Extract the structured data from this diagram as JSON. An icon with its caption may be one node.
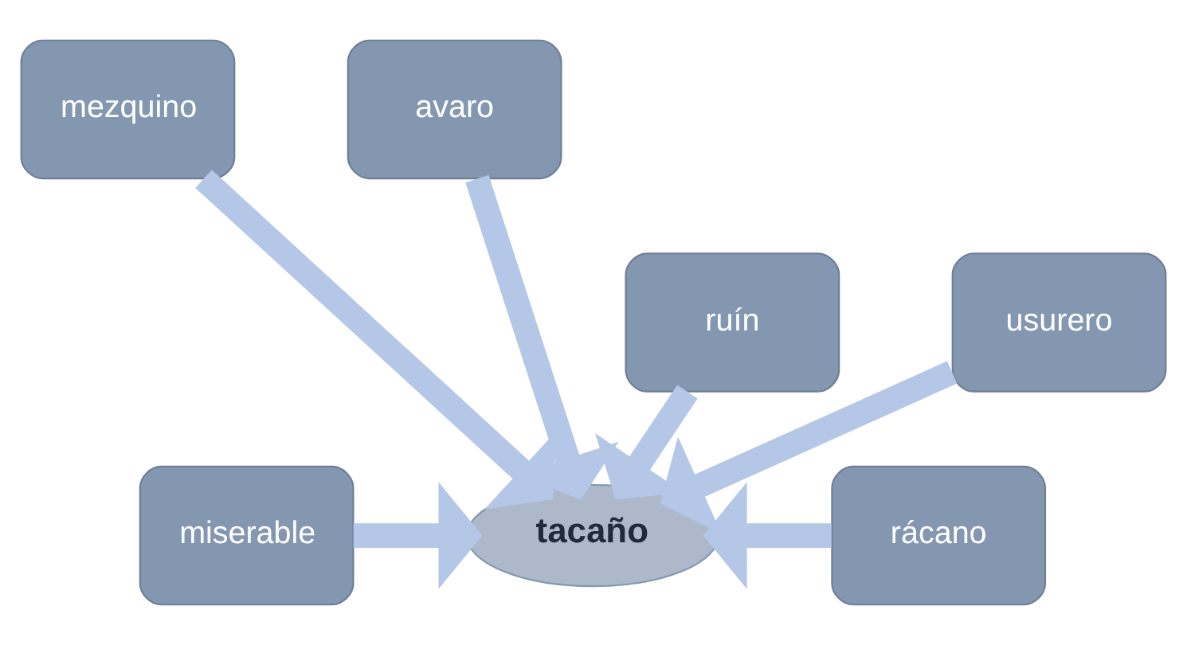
{
  "diagram": {
    "nodes": [
      {
        "text": [
          "mezquino"
        ]
      },
      {
        "text": [
          "avaro"
        ]
      },
      {
        "text": [
          "ruín"
        ]
      },
      {
        "text": [
          "usurero"
        ]
      },
      {
        "text": [
          "miserable"
        ]
      },
      {
        "text": [
          "tacaño"
        ]
      },
      {
        "text": [
          "rácano"
        ]
      }
    ],
    "edges": [
      {
        "from": 0,
        "to": 5,
        "arrow": "to"
      },
      {
        "from": 1,
        "to": 5,
        "arrow": "to"
      },
      {
        "from": 2,
        "to": 5,
        "arrow": "to"
      },
      {
        "from": 3,
        "to": 5,
        "arrow": "to"
      },
      {
        "from": 4,
        "to": 5,
        "arrow": "to"
      },
      {
        "from": 6,
        "to": 5,
        "arrow": "to"
      }
    ]
  }
}
